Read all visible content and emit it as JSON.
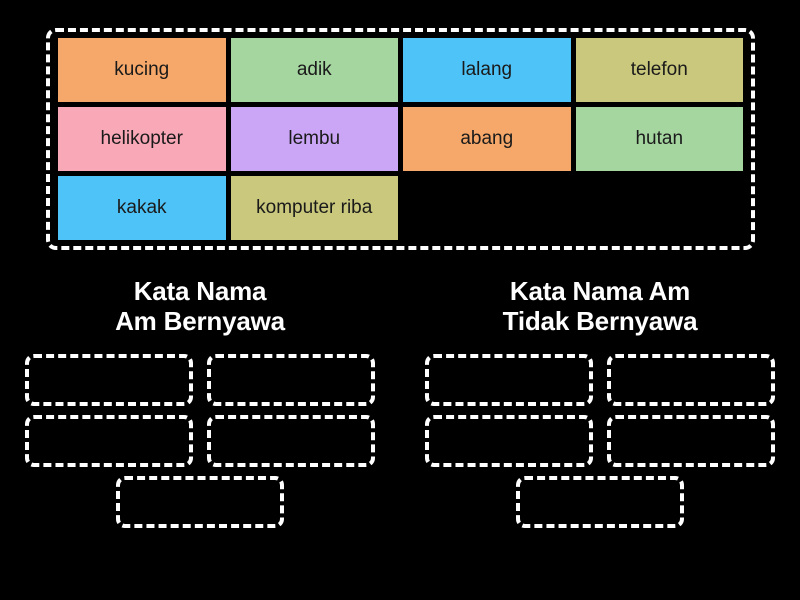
{
  "activity": {
    "type": "group-sort",
    "background_color": "#000000",
    "dash_color": "#ffffff"
  },
  "word_bank": {
    "columns": 4,
    "rows": 3,
    "tiles": [
      {
        "label": "kucing",
        "color": "#f5a86a"
      },
      {
        "label": "adik",
        "color": "#a5d6a0"
      },
      {
        "label": "lalang",
        "color": "#4ec3f7"
      },
      {
        "label": "telefon",
        "color": "#c9c87c"
      },
      {
        "label": "helikopter",
        "color": "#f9a8b8"
      },
      {
        "label": "lembu",
        "color": "#cba6f7"
      },
      {
        "label": "abang",
        "color": "#f5a86a"
      },
      {
        "label": "hutan",
        "color": "#a5d6a0"
      },
      {
        "label": "kakak",
        "color": "#4ec3f7"
      },
      {
        "label": "komputer riba",
        "color": "#c9c87c"
      },
      {
        "label": "",
        "color": "transparent"
      },
      {
        "label": "",
        "color": "transparent"
      }
    ]
  },
  "categories": [
    {
      "title": "Kata Nama\nAm Bernyawa",
      "dropzones": [
        {
          "label": ""
        },
        {
          "label": ""
        },
        {
          "label": ""
        },
        {
          "label": ""
        },
        {
          "label": ""
        }
      ]
    },
    {
      "title": "Kata Nama Am\nTidak Bernyawa",
      "dropzones": [
        {
          "label": ""
        },
        {
          "label": ""
        },
        {
          "label": ""
        },
        {
          "label": ""
        },
        {
          "label": ""
        }
      ]
    }
  ]
}
